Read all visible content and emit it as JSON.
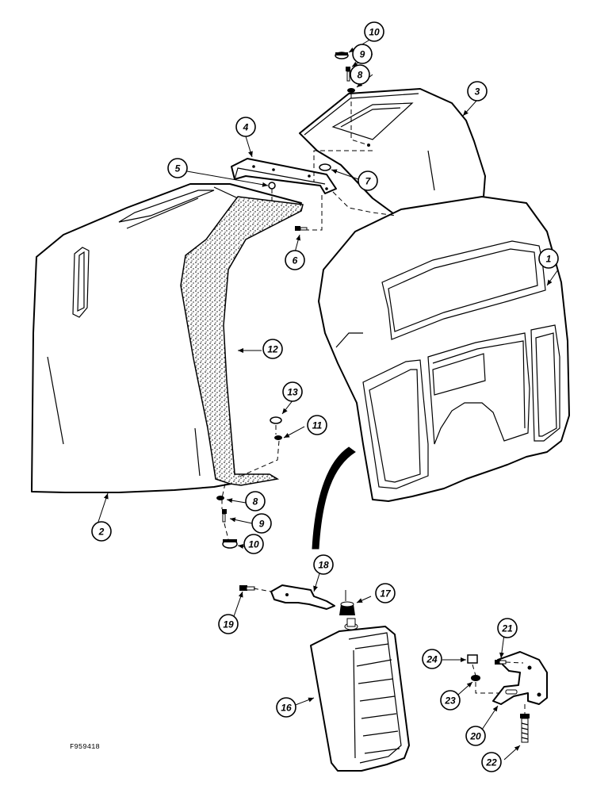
{
  "figure_id": "F959418",
  "callouts": [
    {
      "label": "1"
    },
    {
      "label": "2"
    },
    {
      "label": "3"
    },
    {
      "label": "4"
    },
    {
      "label": "5"
    },
    {
      "label": "6"
    },
    {
      "label": "7"
    },
    {
      "label": "8"
    },
    {
      "label": "8"
    },
    {
      "label": "9"
    },
    {
      "label": "9"
    },
    {
      "label": "10"
    },
    {
      "label": "10"
    },
    {
      "label": "11"
    },
    {
      "label": "12"
    },
    {
      "label": "13"
    },
    {
      "label": "16"
    },
    {
      "label": "17"
    },
    {
      "label": "18"
    },
    {
      "label": "19"
    },
    {
      "label": "20"
    },
    {
      "label": "21"
    },
    {
      "label": "22"
    },
    {
      "label": "23"
    },
    {
      "label": "24"
    }
  ]
}
